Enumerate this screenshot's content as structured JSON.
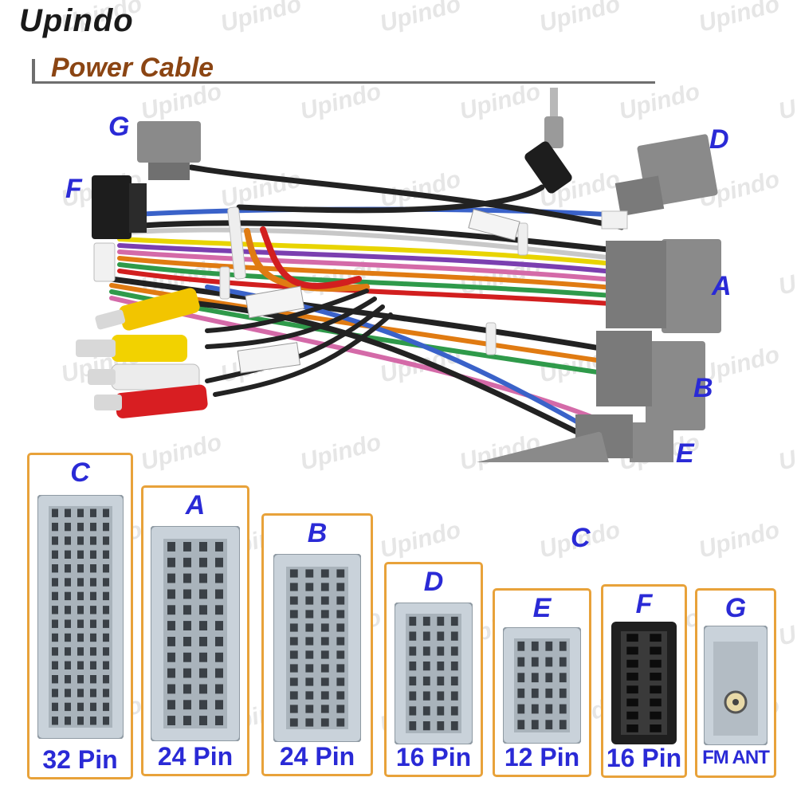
{
  "brand": "Upindo",
  "section_title": "Power Cable",
  "watermark_text": "Upindo",
  "callouts": {
    "g": "G",
    "f": "F",
    "d": "D",
    "a": "A",
    "b": "B",
    "e": "E",
    "c": "C"
  },
  "connectors": [
    {
      "letter": "C",
      "pins": "32 Pin"
    },
    {
      "letter": "A",
      "pins": "24 Pin"
    },
    {
      "letter": "B",
      "pins": "24 Pin"
    },
    {
      "letter": "D",
      "pins": "16 Pin"
    },
    {
      "letter": "E",
      "pins": "12 Pin"
    },
    {
      "letter": "F",
      "pins": "16 Pin"
    },
    {
      "letter": "G",
      "pins": "FM ANT"
    }
  ],
  "colors": {
    "label_blue": "#2a2ad6",
    "title_brown": "#8b4513",
    "box_orange": "#e8a23a",
    "connector_gray": "#8a8a8a",
    "connector_light": "#c9d2da"
  }
}
